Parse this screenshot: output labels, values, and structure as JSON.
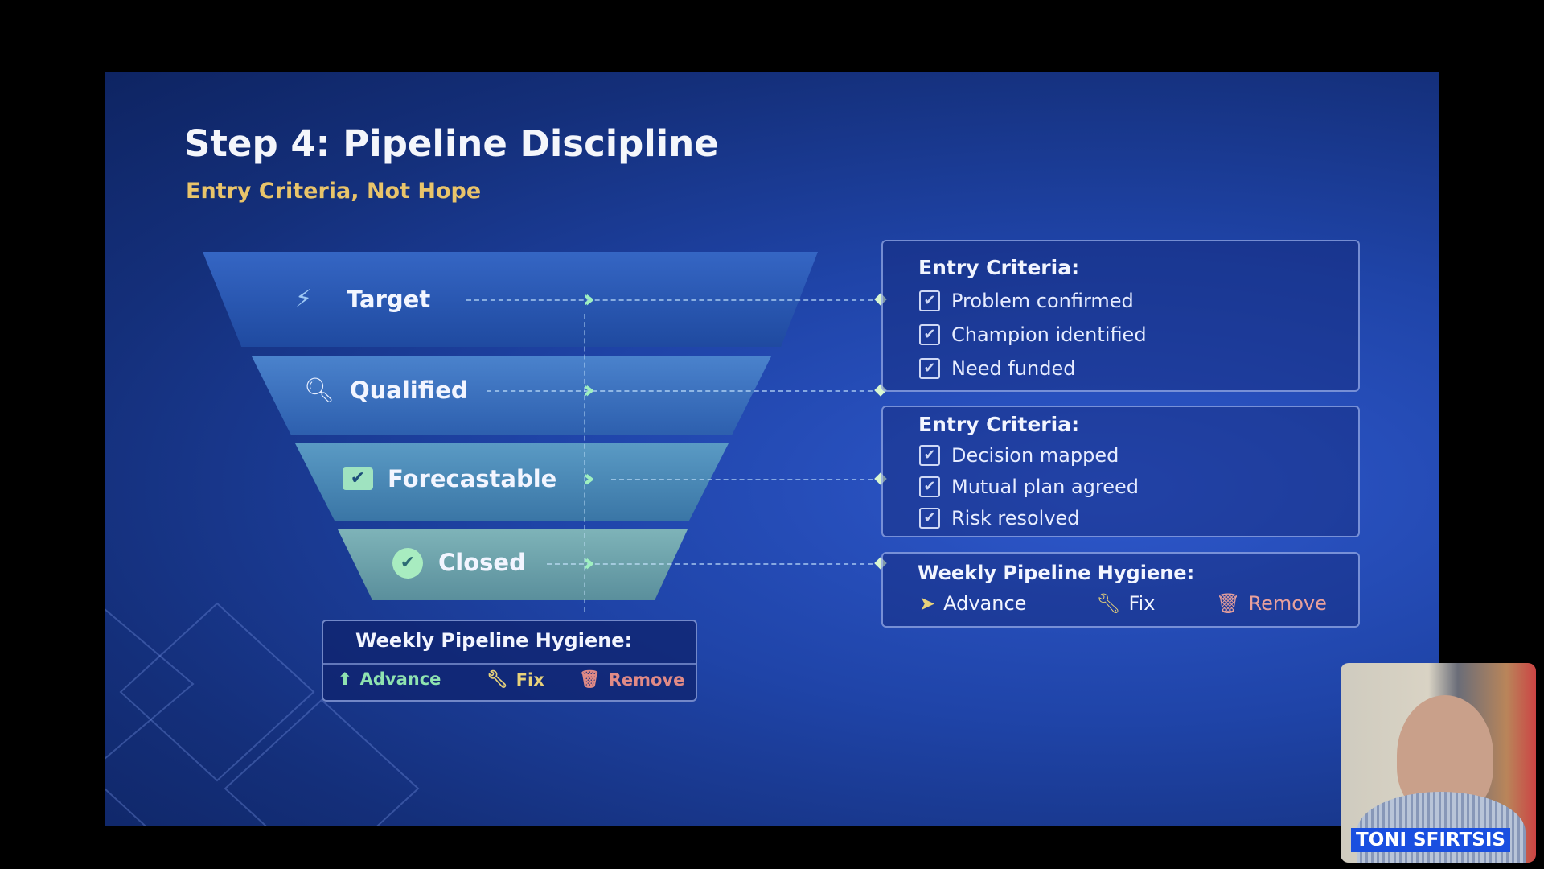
{
  "slide": {
    "title": "Step 4: Pipeline Discipline",
    "subtitle": "Entry Criteria, Not Hope",
    "funnel": [
      {
        "label": "Target",
        "icon": "lightning-icon"
      },
      {
        "label": "Qualified",
        "icon": "search-icon"
      },
      {
        "label": "Forecastable",
        "icon": "checkbox-icon"
      },
      {
        "label": "Closed",
        "icon": "check-circle-icon"
      }
    ],
    "funnel_hygiene": {
      "title": "Weekly Pipeline Hygiene:",
      "advance": "Advance",
      "fix": "Fix",
      "remove": "Remove"
    },
    "criteria_1": {
      "heading": "Entry Criteria:",
      "items": [
        "Problem confirmed",
        "Champion identified",
        "Need funded"
      ]
    },
    "criteria_2": {
      "heading": "Entry Criteria:",
      "items": [
        "Decision mapped",
        "Mutual plan agreed",
        "Risk resolved"
      ]
    },
    "hygiene": {
      "heading": "Weekly Pipeline Hygiene:",
      "advance": "Advance",
      "fix": "Fix",
      "remove": "Remove"
    },
    "colors": {
      "accent": "#e9c46a",
      "advance": "#8fe3b0",
      "fix": "#e8d27a",
      "remove": "#e08a86"
    }
  },
  "webcam": {
    "name": "TONI SFIRTSIS"
  }
}
